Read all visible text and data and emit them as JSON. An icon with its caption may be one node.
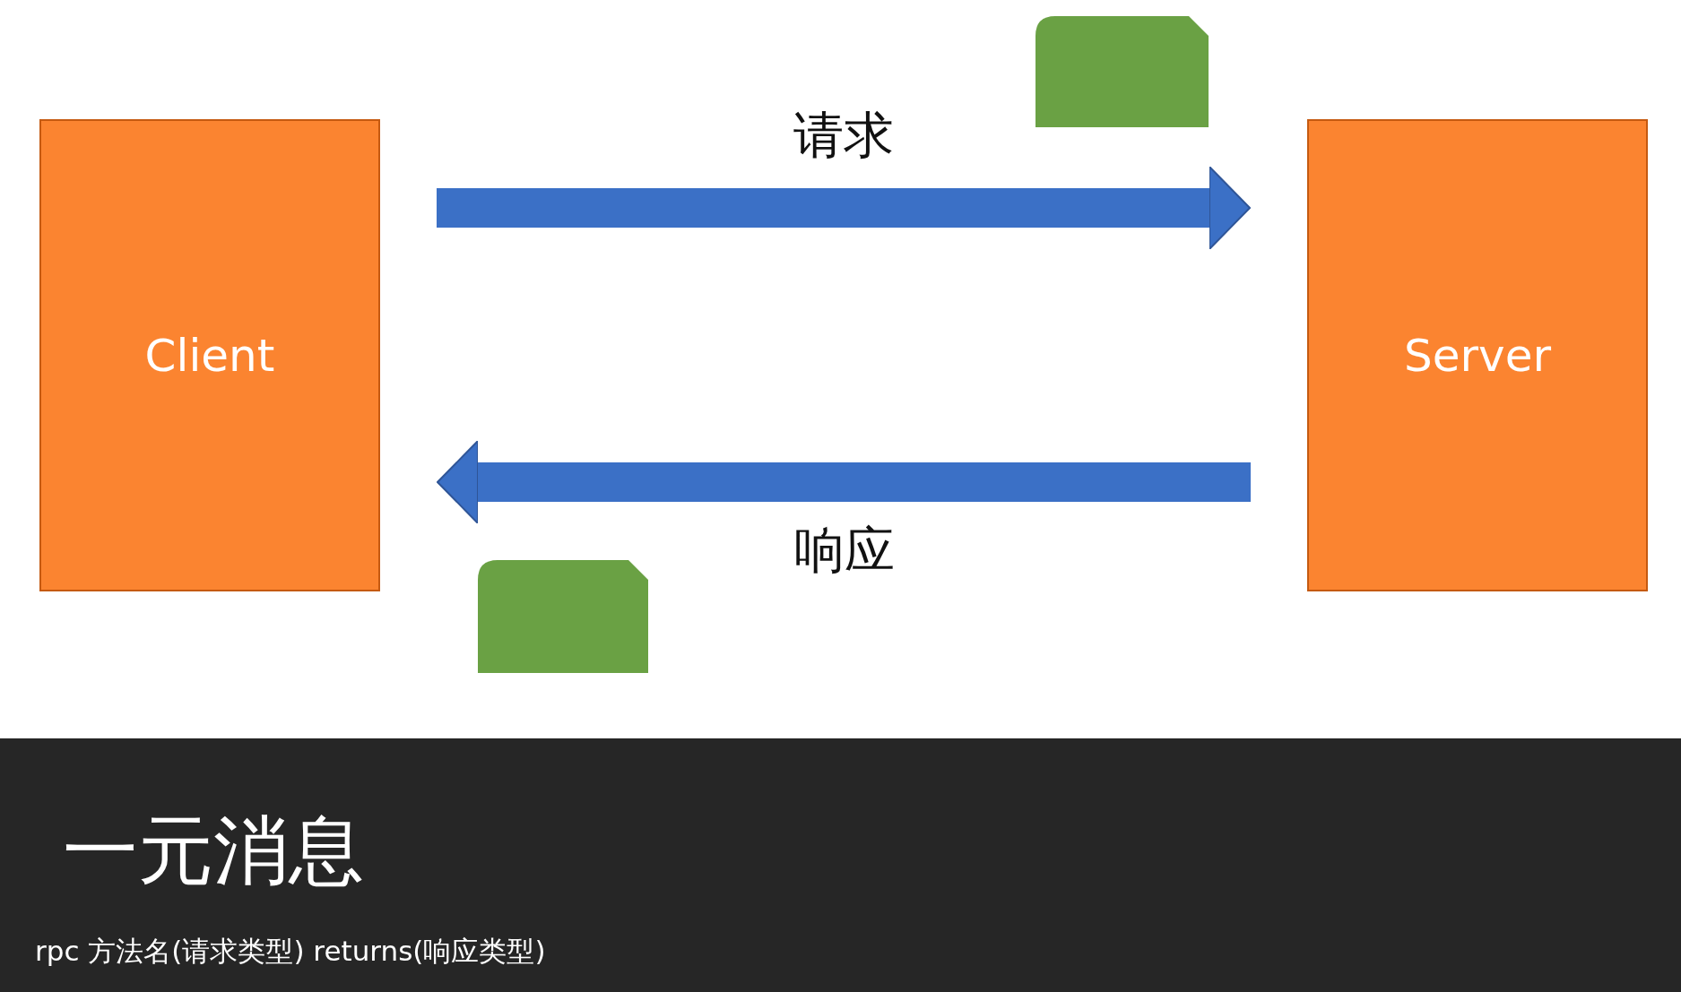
{
  "diagram": {
    "title": "一元消息",
    "caption": "rpc 方法名(请求类型) returns(响应类型)",
    "nodes": [
      {
        "text": [
          "Client"
        ]
      },
      {
        "text": [
          "Server"
        ]
      },
      {
        "text": [],
        "shape": "box"
      },
      {
        "text": [],
        "shape": "box"
      }
    ],
    "edges": [
      {
        "from": 0,
        "to": 1,
        "arrow": "to",
        "label": "请求"
      },
      {
        "from": 1,
        "to": 0,
        "arrow": "to",
        "label": "响应"
      }
    ]
  }
}
